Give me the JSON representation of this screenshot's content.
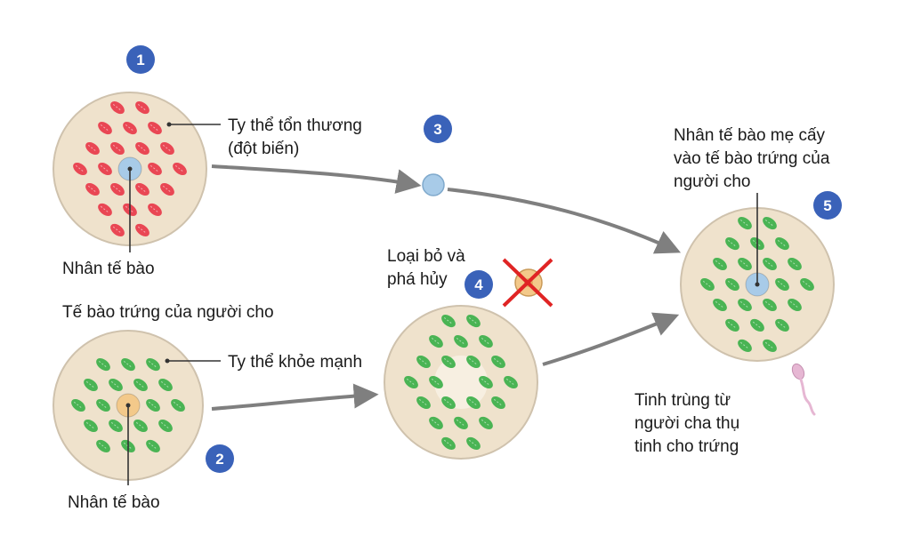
{
  "badges": [
    "1",
    "2",
    "3",
    "4",
    "5"
  ],
  "labels": {
    "damaged_mito_line1": "Ty thể tổn thương",
    "damaged_mito_line2": "(đột biến)",
    "nucleus_top": "Nhân tế bào",
    "donor_egg": "Tế bào trứng của người cho",
    "healthy_mito": "Ty thể khỏe mạnh",
    "nucleus_bottom": "Nhân tế bào",
    "remove_line1": "Loại bỏ và",
    "remove_line2": "phá hủy",
    "transfer_line1": "Nhân tế bào mẹ cấy",
    "transfer_line2": "vào tế bào trứng của",
    "transfer_line3": "người cho",
    "sperm_line1": "Tinh trùng từ",
    "sperm_line2": "người cha thụ",
    "sperm_line3": "tinh cho trứng"
  },
  "colors": {
    "cell_fill": "#efe2cc",
    "cell_stroke": "#cfc2ad",
    "mito_damaged": "#e8394a",
    "mito_healthy": "#3cb04a",
    "nucleus_mother": "#a8cbe8",
    "nucleus_donor": "#f3c98a",
    "badge": "#3a62b9",
    "arrow": "#7f7f7f",
    "cross": "#e02424",
    "sperm": "#e6b7d3"
  }
}
